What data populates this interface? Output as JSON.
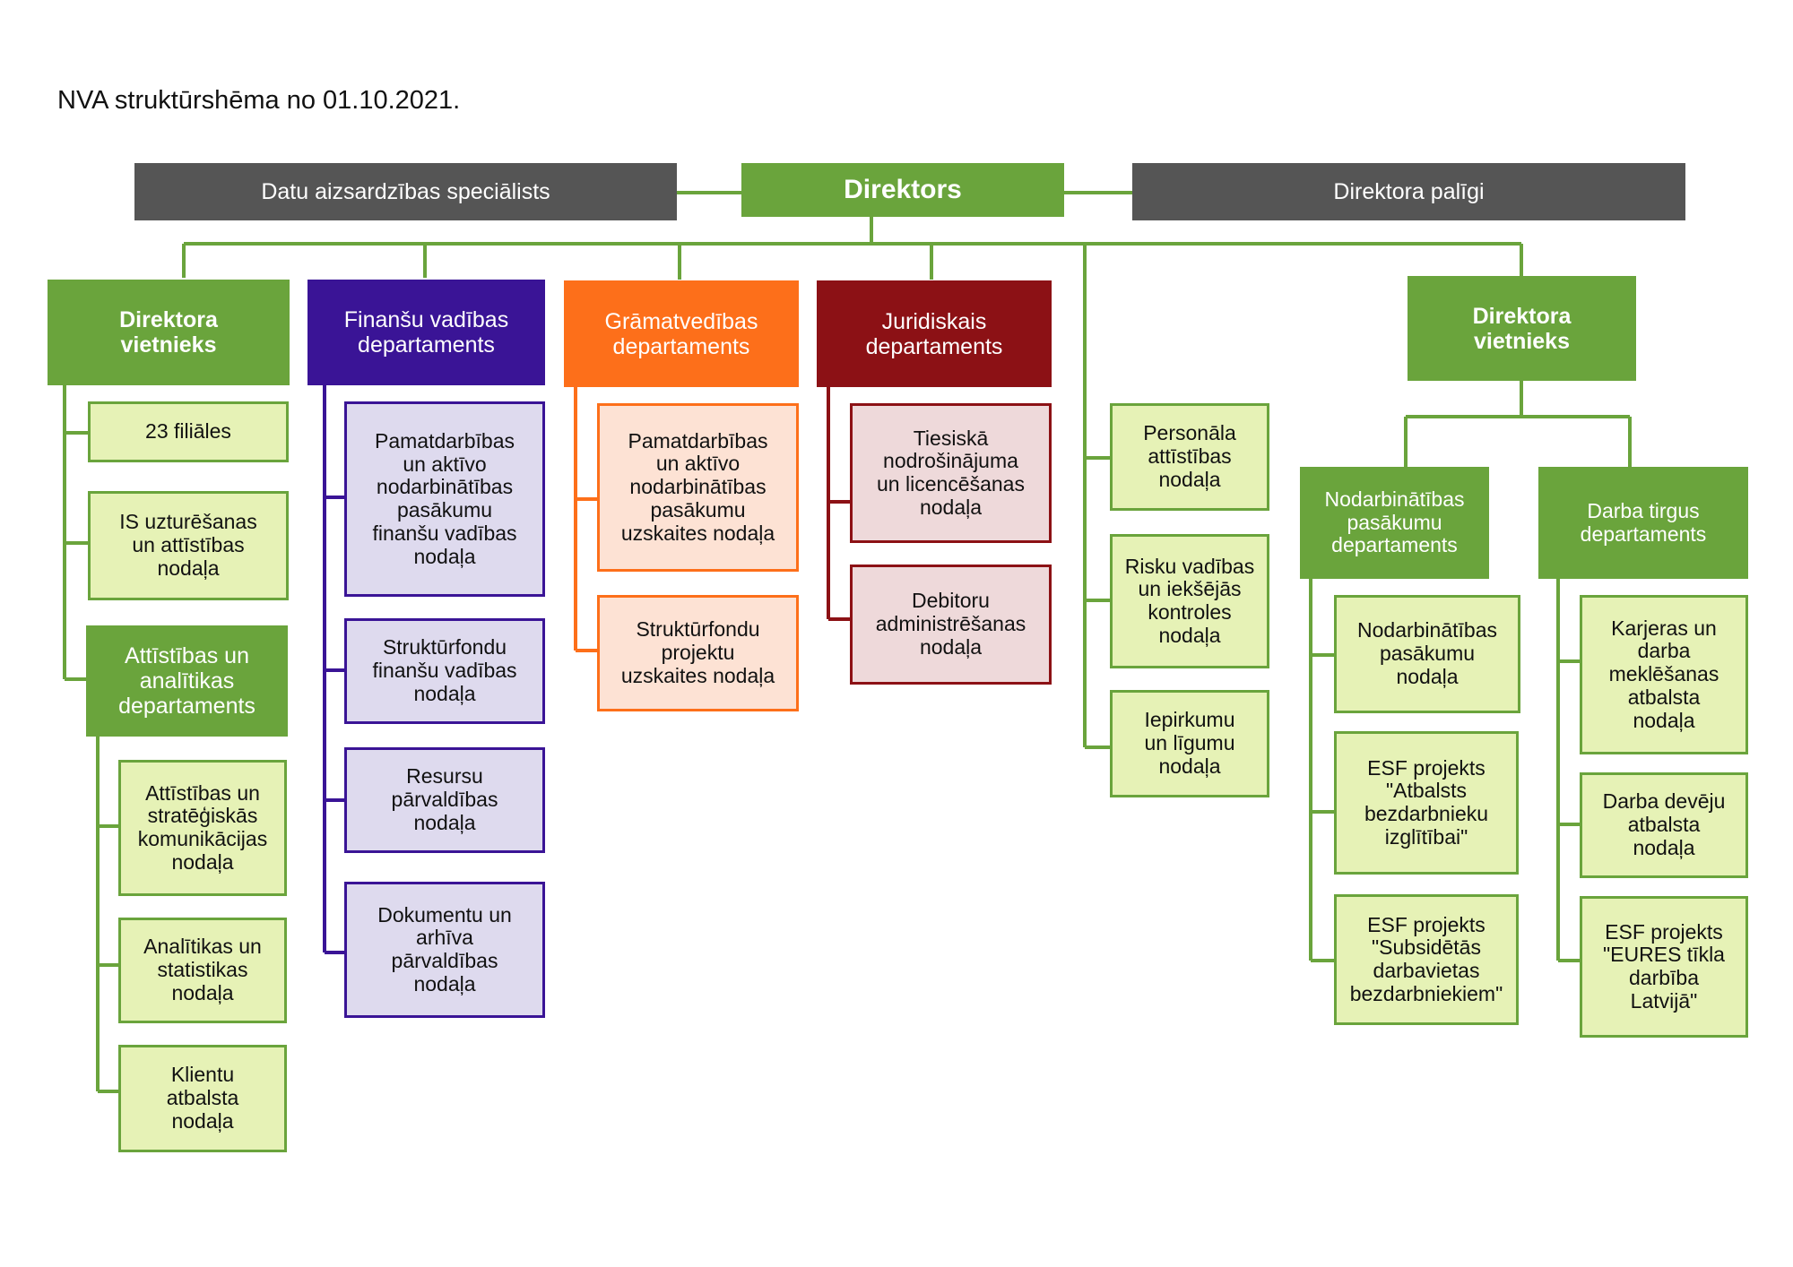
{
  "title": "NVA struktūrshēma no 01.10.2021.",
  "colors": {
    "green": "#6aa43c",
    "gray": "#555555",
    "purple": "#3a1496",
    "orange": "#fd6f1a",
    "red": "#8c1115",
    "light_green": "#e6f2b6",
    "light_purple": "#dedaee",
    "light_orange": "#fde2d4",
    "light_red": "#eed9da"
  },
  "top": {
    "data_protection": "Datu aizsardzības speciālists",
    "director": "Direktors",
    "assistants": "Direktora palīgi"
  },
  "col1": {
    "head": "Direktora\nvietnieks",
    "items": [
      "23 filiāles",
      "IS uzturēšanas\nun attīstības\nnodaļa"
    ],
    "sub_head": "Attīstības un\nanalītikas\ndepartaments",
    "sub_items": [
      "Attīstības un\nstratēģiskās\nkomunikācijas\nnodaļa",
      "Analītikas un\nstatistikas\nnodaļa",
      "Klientu\natbalsta\nnodaļa"
    ]
  },
  "col2": {
    "head": "Finanšu vadības\ndepartaments",
    "items": [
      "Pamatdarbības\nun aktīvo\nnodarbinātības\npasākumu\nfinanšu vadības\nnodaļa",
      "Struktūrfondu\nfinanšu vadības\nnodaļa",
      "Resursu\npārvaldības\nnodaļa",
      "Dokumentu un\narhīva\npārvaldības\nnodaļa"
    ]
  },
  "col3": {
    "head": "Grāmatvedības\ndepartaments",
    "items": [
      "Pamatdarbības\nun aktīvo\nnodarbinātības\npasākumu\nuzskaites nodaļa",
      "Struktūrfondu\nprojektu\nuzskaites nodaļa"
    ]
  },
  "col4": {
    "head": "Juridiskais\ndepartaments",
    "items": [
      "Tiesiskā\nnodrošinājuma\nun licencēšanas\nnodaļa",
      "Debitoru\nadministrēšanas\nnodaļa"
    ]
  },
  "col5": {
    "items": [
      "Personāla\nattīstības\nnodaļa",
      "Risku vadības\nun iekšējās\nkontroles\nnodaļa",
      "Iepirkumu\nun līgumu\nnodaļa"
    ]
  },
  "col6": {
    "head": "Direktora\nvietnieks",
    "dept1": {
      "head": "Nodarbinātības\npasākumu\ndepartaments",
      "items": [
        "Nodarbinātības\npasākumu\nnodaļa",
        "ESF projekts\n\"Atbalsts\nbezdarbnieku\nizglītībai\"",
        "ESF projekts\n\"Subsidētās\ndarbavietas\nbezdarbniekiem\""
      ]
    },
    "dept2": {
      "head": "Darba tirgus\ndepartaments",
      "items": [
        "Karjeras un\ndarba\nmeklēšanas\natbalsta\nnodaļa",
        "Darba devēju\natbalsta\nnodaļa",
        "ESF projekts\n\"EURES tīkla\ndarbība\nLatvijā\""
      ]
    }
  }
}
